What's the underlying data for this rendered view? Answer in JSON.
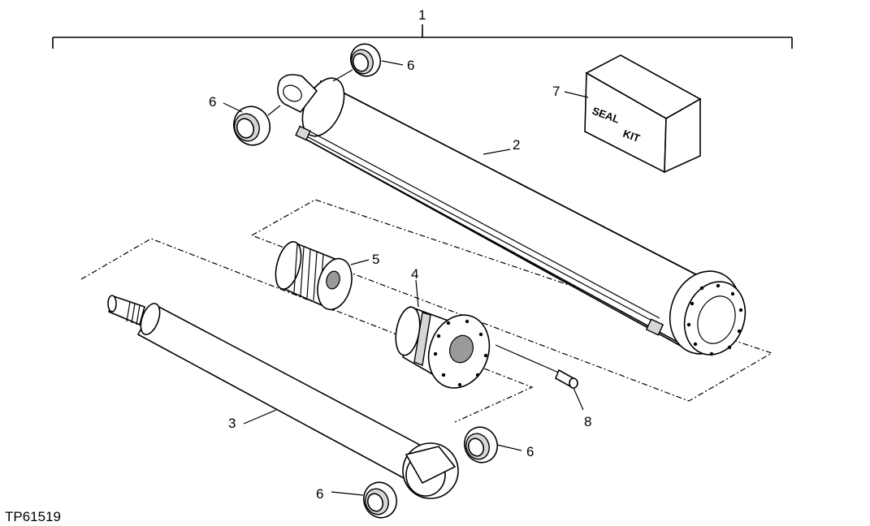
{
  "figure_id": "TP61519",
  "seal_kit_label": [
    "SEAL",
    "KIT"
  ],
  "callouts": {
    "assembly": "1",
    "barrel": "2",
    "rod": "3",
    "gland": "4",
    "piston": "5",
    "bushing_upper": "6",
    "bushing_left": "6",
    "bushing_rod_right": "6",
    "bushing_rod_left": "6",
    "seal_kit": "7",
    "cap_screw": "8"
  }
}
